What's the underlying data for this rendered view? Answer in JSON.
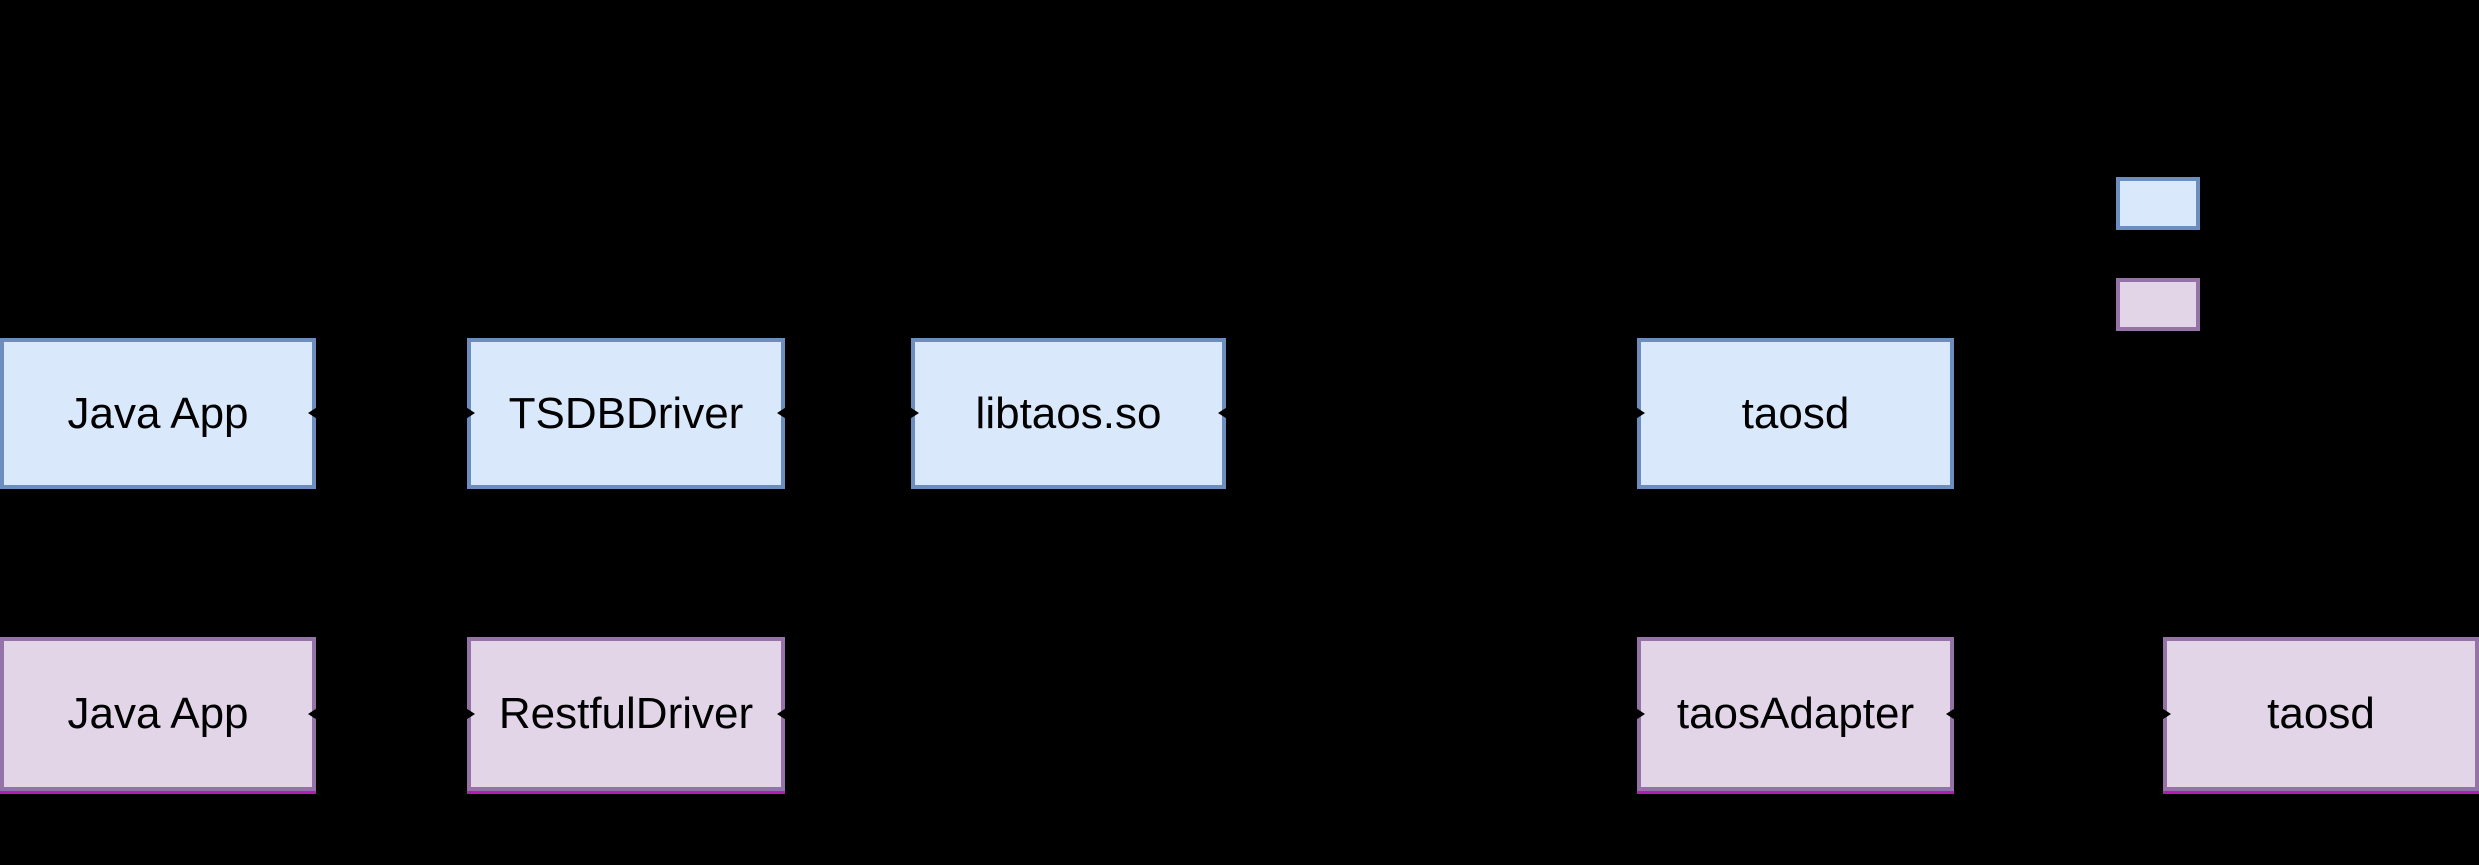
{
  "diagram": {
    "background_color": "#000000",
    "styles": {
      "blue": {
        "fill": "#dae8fc",
        "stroke": "#6c8ebf"
      },
      "purple": {
        "fill": "#e1d5e7",
        "stroke": "#9673a6"
      }
    },
    "nodes": {
      "jni_app": {
        "label": "Java App",
        "style": "blue"
      },
      "jni_driver": {
        "label": "TSDBDriver",
        "style": "blue"
      },
      "jni_lib": {
        "label": "libtaos.so",
        "style": "blue"
      },
      "jni_taosd": {
        "label": "taosd",
        "style": "blue"
      },
      "rest_app": {
        "label": "Java App",
        "style": "purple"
      },
      "rest_driver": {
        "label": "RestfulDriver",
        "style": "purple"
      },
      "rest_adapter": {
        "label": "taosAdapter",
        "style": "purple"
      },
      "rest_taosd": {
        "label": "taosd",
        "style": "purple"
      }
    },
    "edges": [
      {
        "from": "jni_app",
        "to": "jni_driver",
        "arrows": "both"
      },
      {
        "from": "jni_driver",
        "to": "jni_lib",
        "arrows": "both"
      },
      {
        "from": "jni_lib",
        "to": "jni_taosd",
        "arrows": "both"
      },
      {
        "from": "rest_app",
        "to": "rest_driver",
        "arrows": "both"
      },
      {
        "from": "rest_driver",
        "to": "rest_adapter",
        "arrows": "both"
      },
      {
        "from": "rest_adapter",
        "to": "rest_taosd",
        "arrows": "both"
      }
    ],
    "legend": {
      "swatches": [
        {
          "name": "blue",
          "fill": "#dae8fc",
          "stroke": "#6c8ebf"
        },
        {
          "name": "purple",
          "fill": "#e1d5e7",
          "stroke": "#9673a6"
        }
      ]
    }
  }
}
